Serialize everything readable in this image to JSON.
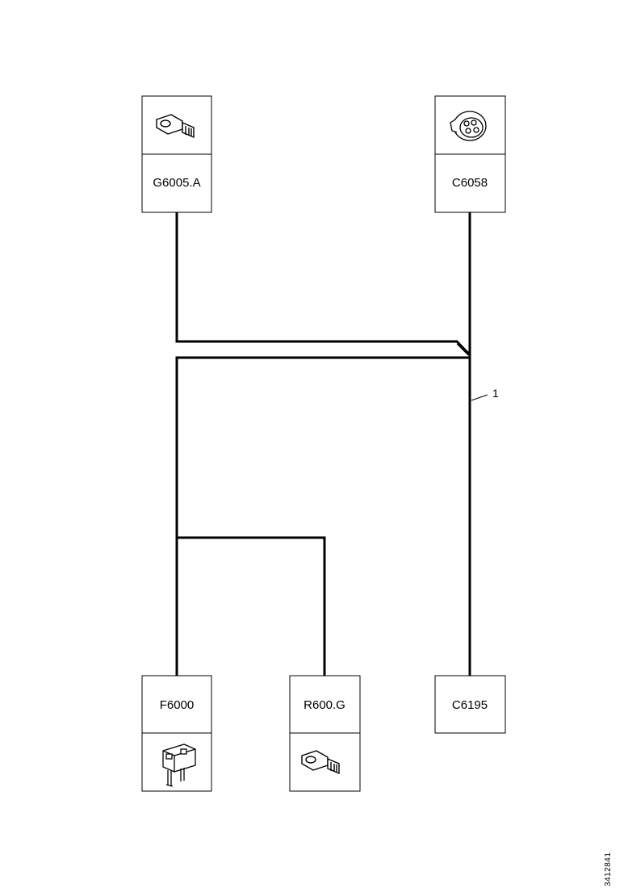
{
  "components": {
    "g6005a": {
      "label": "G6005.A",
      "icon": "ring-terminal-icon"
    },
    "c6058": {
      "label": "C6058",
      "icon": "round-connector-icon"
    },
    "f6000": {
      "label": "F6000",
      "icon": "fuse-icon"
    },
    "r600g": {
      "label": "R600.G",
      "icon": "ring-terminal-icon"
    },
    "c6195": {
      "label": "C6195"
    }
  },
  "callout": {
    "label": "1"
  },
  "doc_id": "3412841"
}
